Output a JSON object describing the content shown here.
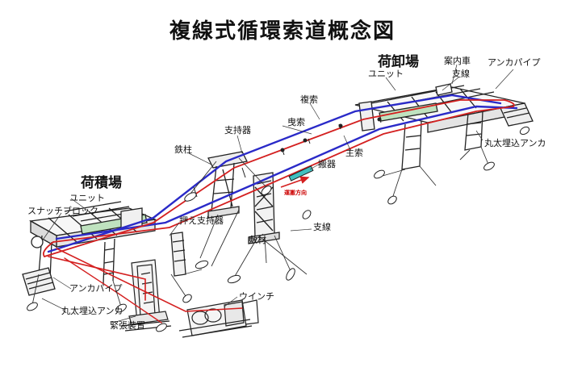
{
  "title": "複線式循環索道概念図",
  "colors": {
    "main_rope": "#d42020",
    "track_rope": "#2a2ac8",
    "structure": "#222222",
    "bucket": "#40c0c0",
    "steel": "#555555"
  },
  "labels": {
    "unloading_area": "荷卸場",
    "loading_area": "荷積場",
    "guide_car": "案内車",
    "anchor_pipe_right": "アンカパイプ",
    "support_wire_right": "支線",
    "unit_right": "ユニット",
    "track_rope": "複索",
    "haul_rope": "曳索",
    "support_device": "支持器",
    "steel_tower": "鉄柱",
    "main_rope": "主索",
    "bucket": "搬器",
    "direction": "運搬方向",
    "log_anchor_right": "丸太埋込アンカ",
    "unit_left": "ユニット",
    "snatch_block": "スナッチブロック",
    "hold_down_support": "押え支持器",
    "support_wire_left": "支線",
    "sill": "敷材",
    "anchor_pipe_left": "アンカパイプ",
    "log_anchor_left": "丸太埋込アンカ",
    "tensioner": "緊張装置",
    "winch": "ウインチ"
  }
}
